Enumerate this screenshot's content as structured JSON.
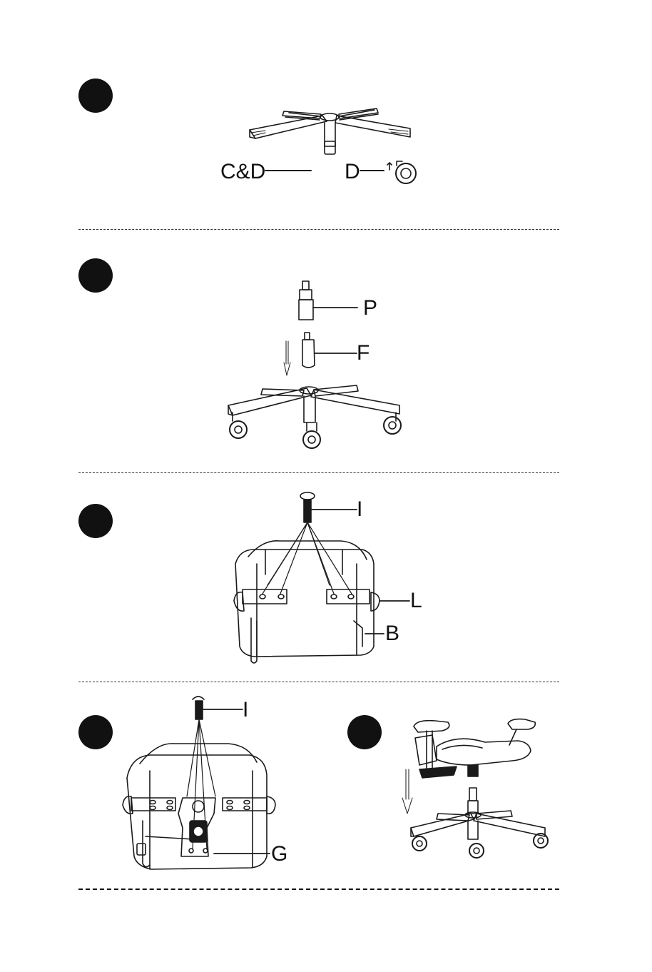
{
  "labels": {
    "cd": "C&D",
    "d": "D",
    "p": "P",
    "f": "F",
    "i1": "I",
    "l": "L",
    "b": "B",
    "i2": "I",
    "g": "G"
  },
  "icons": {
    "step": "filled-circle-icon",
    "arrow": "down-arrow-icon"
  },
  "colors": {
    "line": "#1a1a1a",
    "dot": "#111111"
  }
}
